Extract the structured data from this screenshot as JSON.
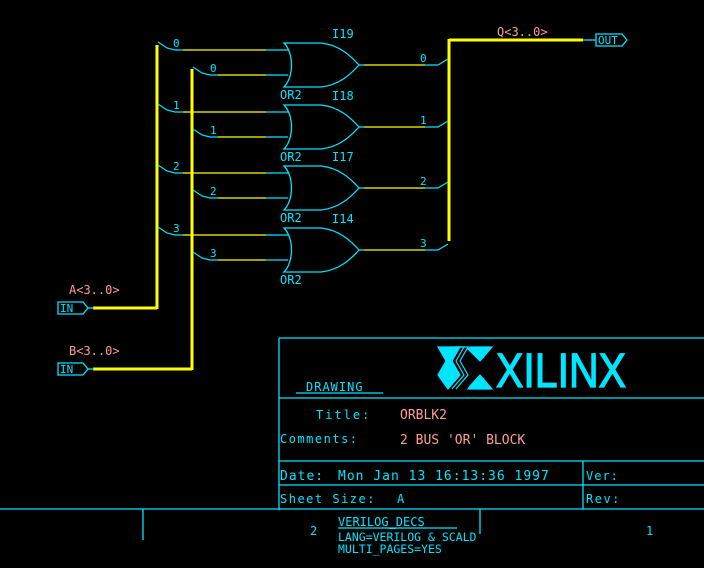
{
  "colors": {
    "background": "#000000",
    "wire_cyan": "#00e5ff",
    "bus_yellow": "#ffff00",
    "net_label_pink": "#ff9d9d",
    "logo_cyan": "#00e5ff"
  },
  "schematic": {
    "gates": [
      {
        "instance": "I19",
        "type": "OR2",
        "in_a_bit": "0",
        "in_b_bit": "0",
        "out_bit": "0"
      },
      {
        "instance": "I18",
        "type": "OR2",
        "in_a_bit": "1",
        "in_b_bit": "1",
        "out_bit": "1"
      },
      {
        "instance": "I17",
        "type": "OR2",
        "in_a_bit": "2",
        "in_b_bit": "2",
        "out_bit": "2"
      },
      {
        "instance": "I14",
        "type": "OR2",
        "in_a_bit": "3",
        "in_b_bit": "3",
        "out_bit": "3"
      }
    ],
    "ports": {
      "input_a": {
        "net": "A<3..0>",
        "label": "IN"
      },
      "input_b": {
        "net": "B<3..0>",
        "label": "IN"
      },
      "output_q": {
        "net": "Q<3..0>",
        "label": "OUT"
      }
    }
  },
  "title_block": {
    "drawing_label": "DRAWING",
    "logo_text": "XILINX",
    "title_label": "Title:",
    "title_value": "ORBLK2",
    "comments_label": "Comments:",
    "comments_value": "2 BUS 'OR' BLOCK",
    "date_label": "Date:",
    "date_value": "Mon Jan 13 16:13:36 1997",
    "ver_label": "Ver:",
    "sheet_size_label": "Sheet Size:",
    "sheet_size_value": "A",
    "rev_label": "Rev:"
  },
  "footer": {
    "sheet_number": "2",
    "decl_title": "VERILOG_DECS",
    "decl_lines": [
      "LANG=VERILOG & SCALD",
      "MULTI_PAGES=YES"
    ],
    "page_count": "1"
  }
}
